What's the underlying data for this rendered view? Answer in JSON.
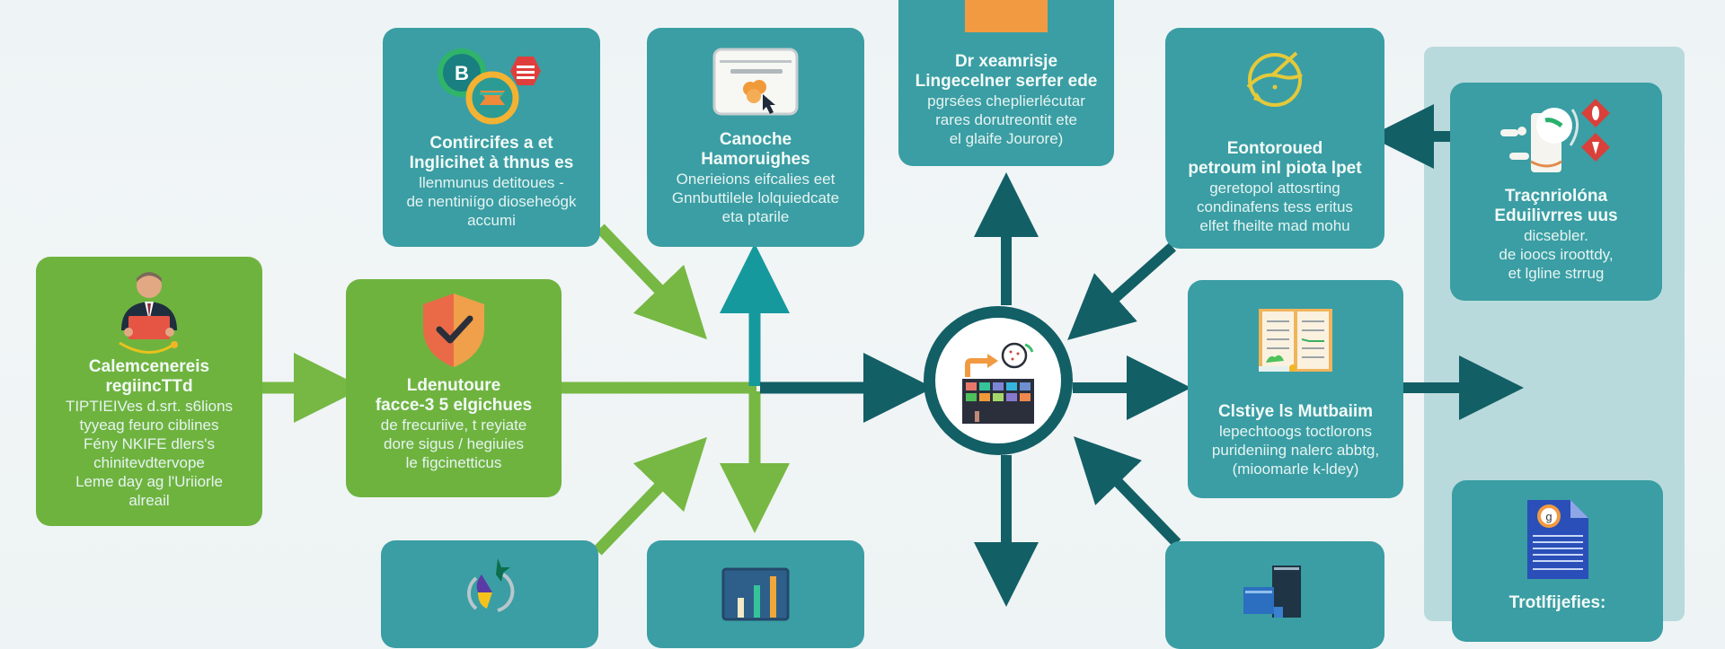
{
  "colors": {
    "teal_box": "#3a9ea4",
    "green_box": "#6fb33f",
    "dark_teal_arrow": "#135f66",
    "green_arrow": "#76b843",
    "side_panel": "#b9dadc",
    "background": "#f0f5f6"
  },
  "nodes": {
    "start": {
      "icon": "presenter-person-icon",
      "title": [
        "Calemcenereis",
        "regiincTTd"
      ],
      "body": [
        "TIPTIEIVes d.srt. s6lions",
        "tyyeag feuro ciblines",
        "Fény NKIFE dlers's",
        "chinitevdtervope",
        "Leme day ag l'Uriiorle",
        "alreail"
      ]
    },
    "identity": {
      "icon": "shield-check-icon",
      "title": [
        "Ldenutoure",
        "facce-3 5 elgichues"
      ],
      "body": [
        "de frecuriive, t reyiate",
        "dore sigus / hegiuies",
        "le figcinetticus"
      ]
    },
    "controls": {
      "icon": "linked-circles-icon",
      "title": [
        "Contircifes a et",
        "Inglicihet à thnus es"
      ],
      "body": [
        "llenmunus detitoues -",
        "de nentiniígo dioseheógk",
        "accumi"
      ]
    },
    "cache": {
      "icon": "browser-window-icon",
      "title": [
        "Canoche",
        "Hamoruighes"
      ],
      "body": [
        "Onerieions eifcalies eet",
        "Gnnbuttilele lolquiedcate",
        "eta ptarile"
      ]
    },
    "top_center": {
      "icon": "orange-folder-icon",
      "title": [
        "Dr xeamrisje",
        "Lingecelner serfer ede"
      ],
      "body": [
        "pgrsées cheplierlécutar",
        "rares dorutreontit ete",
        "el glaife Jourore)"
      ]
    },
    "monitor": {
      "icon": "gauge-dial-icon",
      "title": [
        "Eontoroued",
        "petroum inl piota lpet"
      ],
      "body": [
        "geretopol attosrting",
        "condinafens tess eritus",
        "elfet fheilte mad mohu"
      ]
    },
    "transition": {
      "icon": "robot-alert-icon",
      "title": [
        "Traçnriolóna",
        "Eduilivrres uus"
      ],
      "body": [
        "dicsebler.",
        "de ioocs iroottdy,",
        "et lgline strrug"
      ]
    },
    "catalog": {
      "icon": "open-book-icon",
      "title": [
        "Clstiye ls Mutbaiim"
      ],
      "body": [
        "lepechtoogs toctlorons",
        "purideniing nalerc abbtg,",
        "(mioomarle k-ldey)"
      ]
    },
    "bottom_left": {
      "icon": "pie-chart-star-icon"
    },
    "bottom_mid": {
      "icon": "bar-chart-icon"
    },
    "bottom_right": {
      "icon": "server-stack-icon"
    },
    "bottom_panel": {
      "icon": "document-badge-icon",
      "title": [
        "Trotlfijefies:"
      ]
    },
    "hub": {
      "icon": "dashboard-terminal-icon"
    }
  }
}
